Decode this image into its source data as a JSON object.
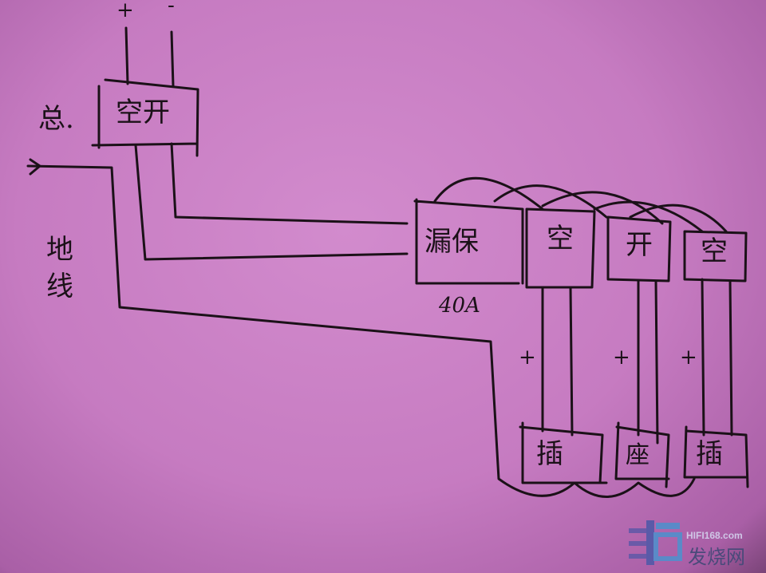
{
  "diagram": {
    "supply": {
      "plus": "+",
      "minus": "-"
    },
    "main_breaker": {
      "prefix": "总.",
      "label": "空开"
    },
    "ground": {
      "label": "地线"
    },
    "rcd": {
      "label": "漏保",
      "rating": "40A"
    },
    "breakers": [
      {
        "label": "空"
      },
      {
        "label": "开"
      },
      {
        "label": "空"
      }
    ],
    "polarity_marks": [
      "+",
      "+",
      "+"
    ],
    "outlets": [
      {
        "label": "插"
      },
      {
        "label": "座"
      },
      {
        "label": "插"
      }
    ]
  },
  "watermark": {
    "site": "HIFI168.com",
    "name": "发烧网",
    "color": "#5a5aa8"
  }
}
